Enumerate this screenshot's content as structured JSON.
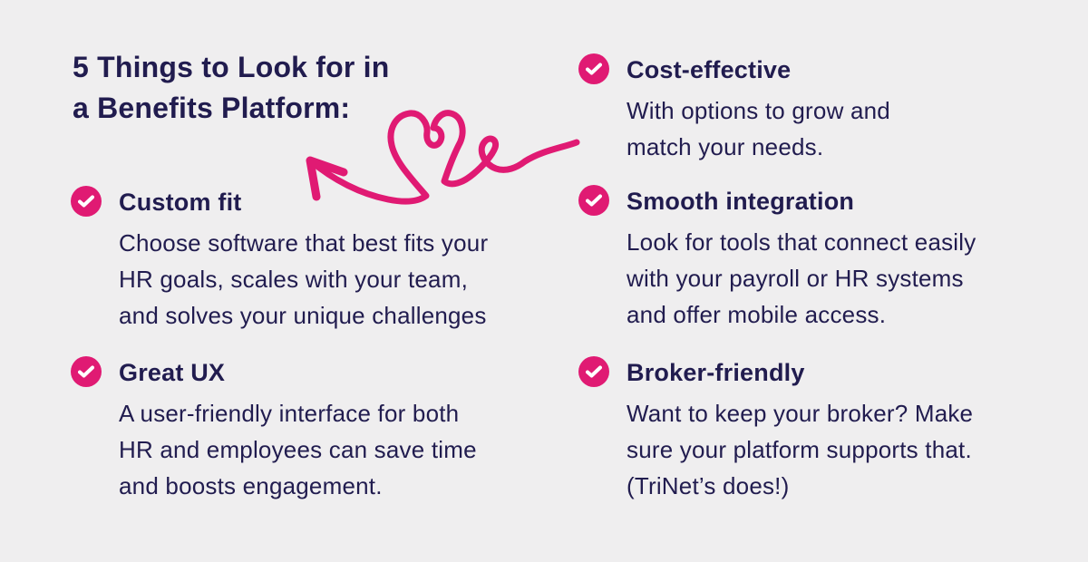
{
  "page": {
    "background_color": "#EFEEEF",
    "text_color": "#211C4F",
    "accent_color": "#E01A73",
    "check_color": "#FFFFFF"
  },
  "title": {
    "text": "5 Things to Look for in\na Benefits Platform:"
  },
  "icons": {
    "item_badge": "check-circle-icon",
    "decoration": "heart-arrow-doodle-icon"
  },
  "items": [
    {
      "heading": "Custom fit",
      "body": "Choose software that best fits your\nHR goals, scales with your team,\nand solves your unique challenges"
    },
    {
      "heading": "Great UX",
      "body": "A user-friendly interface for both\nHR and employees can save time\nand boosts engagement."
    },
    {
      "heading": "Cost-effective",
      "body": "With options to grow and\nmatch your needs."
    },
    {
      "heading": "Smooth integration",
      "body": "Look for tools that connect easily\nwith your payroll or HR systems\nand offer mobile access."
    },
    {
      "heading": "Broker-friendly",
      "body": "Want to keep your broker? Make\nsure your platform supports that.\n(TriNet’s does!)"
    }
  ]
}
